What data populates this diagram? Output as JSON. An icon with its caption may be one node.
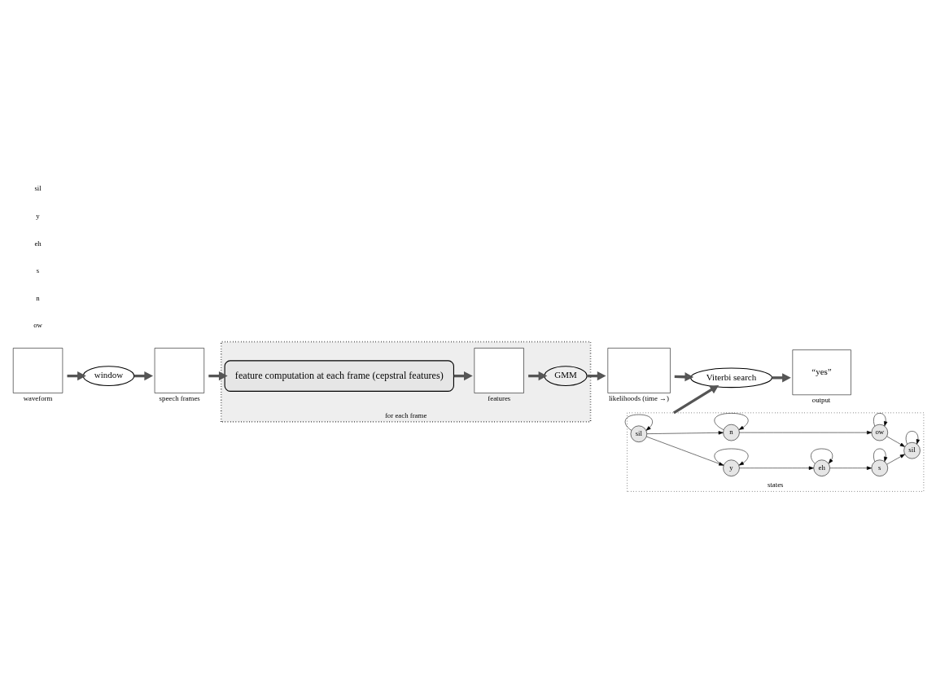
{
  "diagram": {
    "nodes": [
      {
        "text": [],
        "shape": "box",
        "beside": [
          "waveform"
        ]
      },
      {
        "text": [
          "window"
        ]
      },
      {
        "text": [],
        "shape": "box",
        "beside": [
          "speech frames"
        ]
      },
      {
        "text": [
          "for each frame"
        ]
      },
      {
        "text": [
          "feature computation at each frame (cepstral features)"
        ],
        "in": 3
      },
      {
        "text": [],
        "shape": "box",
        "beside": [
          "features"
        ],
        "in": 3
      },
      {
        "text": [
          "GMM"
        ],
        "in": 3
      },
      {
        "text": [],
        "shape": "box",
        "beside": [
          "likelihoods (time →)"
        ]
      },
      {
        "text": [],
        "shape": "box",
        "beside": [
          "states"
        ]
      },
      {
        "text": [
          "sil"
        ],
        "in": 8
      },
      {
        "text": [
          "y"
        ],
        "in": 8
      },
      {
        "text": [
          "eh"
        ],
        "in": 8
      },
      {
        "text": [
          "s"
        ],
        "in": 8
      },
      {
        "text": [
          "n"
        ],
        "in": 8
      },
      {
        "text": [
          "ow"
        ],
        "in": 8
      },
      {
        "text": [
          "sil"
        ],
        "in": 8
      },
      {
        "text": [
          "Viterbi search"
        ]
      },
      {
        "text": [
          "“yes”"
        ],
        "beside": [
          "output"
        ]
      }
    ],
    "edges": [
      {
        "from": 0,
        "to": 1,
        "arrow": "to",
        "style": "thick"
      },
      {
        "from": 1,
        "to": 2,
        "arrow": "to",
        "style": "thick"
      },
      {
        "from": 2,
        "to": 4,
        "arrow": "to",
        "style": "thick"
      },
      {
        "from": 4,
        "to": 5,
        "arrow": "to",
        "style": "thick"
      },
      {
        "from": 5,
        "to": 6,
        "arrow": "to",
        "style": "thick"
      },
      {
        "from": 6,
        "to": 7,
        "arrow": "to",
        "style": "thick"
      },
      {
        "from": 7,
        "to": 16,
        "arrow": "to",
        "style": "thick"
      },
      {
        "from": 8,
        "to": 16,
        "arrow": "to",
        "style": "thick"
      },
      {
        "from": 16,
        "to": 17,
        "arrow": "to",
        "style": "thick"
      },
      {
        "from": 9,
        "to": 9,
        "arrow": "to"
      },
      {
        "from": 10,
        "to": 10,
        "arrow": "to"
      },
      {
        "from": 11,
        "to": 11,
        "arrow": "to"
      },
      {
        "from": 12,
        "to": 12,
        "arrow": "to"
      },
      {
        "from": 13,
        "to": 13,
        "arrow": "to"
      },
      {
        "from": 14,
        "to": 14,
        "arrow": "to"
      },
      {
        "from": 15,
        "to": 15,
        "arrow": "to"
      },
      {
        "from": 9,
        "to": 10,
        "arrow": "to"
      },
      {
        "from": 10,
        "to": 11,
        "arrow": "to"
      },
      {
        "from": 11,
        "to": 12,
        "arrow": "to"
      },
      {
        "from": 12,
        "to": 15,
        "arrow": "to"
      },
      {
        "from": 9,
        "to": 13,
        "arrow": "to"
      },
      {
        "from": 13,
        "to": 14,
        "arrow": "to"
      },
      {
        "from": 14,
        "to": 15,
        "arrow": "to"
      }
    ],
    "labels": [
      "sil",
      "y",
      "eh",
      "s",
      "n",
      "ow"
    ]
  }
}
